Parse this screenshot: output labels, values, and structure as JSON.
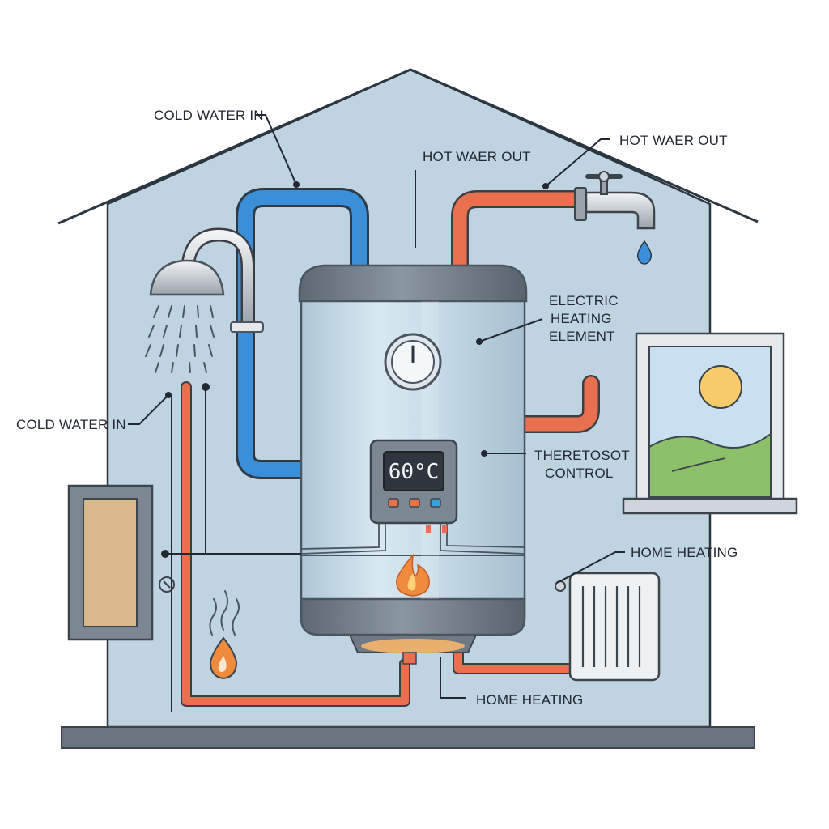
{
  "labels": {
    "cold_water_in_top": "COLD WATER IN",
    "hot_water_out_center": "HOT WAER OUT",
    "hot_water_out_right": "HOT WAER OUT",
    "electric_heating_line1": "ELECTRIC",
    "electric_heating_line2": "HEATING",
    "electric_heating_line3": "ELEMENT",
    "cold_water_in_left": "COLD WATER IN",
    "thermostat_line1": "THERETOSOT",
    "thermostat_line2": "CONTROL",
    "home_heating_right": "HOME HEATING",
    "home_heating_bottom": "HOME HEATING"
  },
  "control_panel": {
    "temperature_readout": "60°C",
    "button_colors": [
      "#e8734a",
      "#e8734a",
      "#3aa0d8"
    ]
  },
  "colors": {
    "cold_pipe": "#3a8fd8",
    "hot_pipe": "#e8704f",
    "house_wall": "#bfd3e1",
    "tank_body": "#c9dce8",
    "tank_cap": "#6f7a85",
    "flame": "#f08a3c",
    "sun": "#f7ca6b",
    "hill": "#8cc06b"
  },
  "icons": [
    "shower-head-icon",
    "faucet-icon",
    "water-drop-icon",
    "pressure-gauge-icon",
    "flame-icon",
    "radiator-icon",
    "window-icon",
    "sun-icon",
    "fuel-flame-icon",
    "electrical-panel-icon"
  ]
}
